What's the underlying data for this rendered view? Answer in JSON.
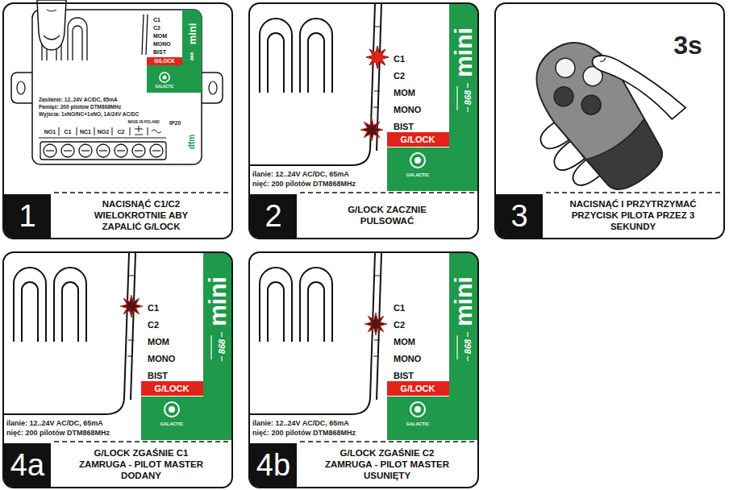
{
  "diagram": {
    "nodes": [
      {
        "text": [
          "NACISNĄĆ C1/C2 WIELOKROTNIE ABY ZAPALIĆ G/LOCK"
        ]
      },
      {
        "text": [
          "1"
        ],
        "in": 0
      },
      {
        "text": [
          "G/LOCK ZACZNIE PULSOWAĆ"
        ]
      },
      {
        "text": [
          "2"
        ],
        "in": 2
      },
      {
        "text": [
          "NACISNĄĆ I PRZYTRZYMAĆ PRZYCISK PILOTA PRZEZ 3 SEKUNDY"
        ]
      },
      {
        "text": [
          "3"
        ],
        "in": 4
      },
      {
        "text": [
          "G/LOCK ZGAŚNIE C1 ZAMRUGA - PILOT MASTER DODANY"
        ]
      },
      {
        "text": [
          "4a"
        ],
        "in": 6
      },
      {
        "text": [
          "G/LOCK ZGAŚNIE C2 ZAMRUGA - PILOT MASTER USUNIĘTY"
        ]
      },
      {
        "text": [
          "4b"
        ],
        "in": 8
      }
    ],
    "labels": [
      "C1",
      "C2",
      "MOM",
      "MONO",
      "BIST",
      "G/LOCK",
      "mini",
      "868",
      "GALACTIC",
      "Zasilanie: 12..24V AC/DC, 65mA",
      "Pamięć: 200 pilotów DTM868MHz",
      "Wyjścia: 1xNO/NC+1xNO, 1A/24V AC/DC",
      "MADE IN POLAND",
      "IP20",
      "NO1",
      "C1",
      "NC1",
      "NO2",
      "C2",
      "dtm",
      "C1",
      "C2",
      "MOM",
      "MONO",
      "BIST",
      "G/LOCK",
      "mini",
      "868",
      "GALACTIC",
      "ilanie: 12..24V AC/DC, 65mA",
      "nięć: 200 pilotów DTM868MHz",
      "3s",
      "C1",
      "C2",
      "MOM",
      "MONO",
      "BIST",
      "G/LOCK",
      "mini",
      "868",
      "GALACTIC",
      "ilanie: 12..24V AC/DC, 65mA",
      "nięć: 200 pilotów DTM868MHz",
      "C1",
      "C2",
      "MOM",
      "MONO",
      "BIST",
      "G/LOCK",
      "mini",
      "868",
      "GALACTIC",
      "ilanie: 12..24V AC/DC, 65mA",
      "nięć: 200 pilotów DTM868MHz"
    ]
  }
}
